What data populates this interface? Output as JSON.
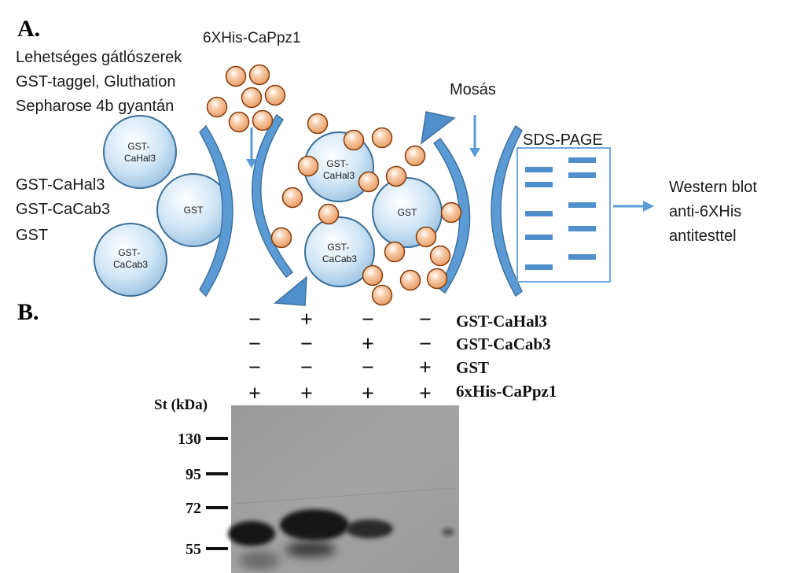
{
  "panel_a": {
    "label": "A.",
    "inhibitor_text": [
      "Lehetséges gátlószerek",
      "GST-taggel, Gluthation",
      "Sepharose 4b gyantán"
    ],
    "construct_list": [
      "GST-CaHal3",
      "GST-CaCab3",
      "GST"
    ],
    "his_label": "6XHis-CaPpz1",
    "wash_label": "Mosás",
    "sds_label": "SDS-PAGE",
    "western_text": [
      "Western blot",
      "anti-6XHis",
      "antitesttel"
    ],
    "beads": {
      "left_cahal3": [
        "GST-",
        "CaHal3"
      ],
      "left_gst": [
        "GST"
      ],
      "left_cacab3": [
        "GST-",
        "CaCab3"
      ],
      "mid_cahal3": [
        "GST-",
        "CaHal3"
      ],
      "mid_cacab3": [
        "GST-",
        "CaCab3"
      ],
      "mid_gst": [
        "GST"
      ]
    },
    "colors": {
      "bead_fill": "#c9e2f5",
      "bead_stroke": "#3c6f99",
      "arrow_blue": "#5a9bd5",
      "arrow_dark": "#41719c",
      "protein_orange": "#f4b183",
      "protein_stroke": "#843c0c"
    }
  },
  "panel_b": {
    "label": "B.",
    "standard_label": "St (kDa)",
    "rows": [
      {
        "name": "GST-CaHal3",
        "signs": [
          "−",
          "+",
          "−",
          "−"
        ]
      },
      {
        "name": "GST-CaCab3",
        "signs": [
          "−",
          "−",
          "+",
          "−"
        ]
      },
      {
        "name": "GST",
        "signs": [
          "−",
          "−",
          "−",
          "+"
        ]
      },
      {
        "name": "6xHis-CaPpz1",
        "signs": [
          "+",
          "+",
          "+",
          "+"
        ]
      }
    ],
    "markers": [
      "130",
      "95",
      "72",
      "55"
    ]
  }
}
